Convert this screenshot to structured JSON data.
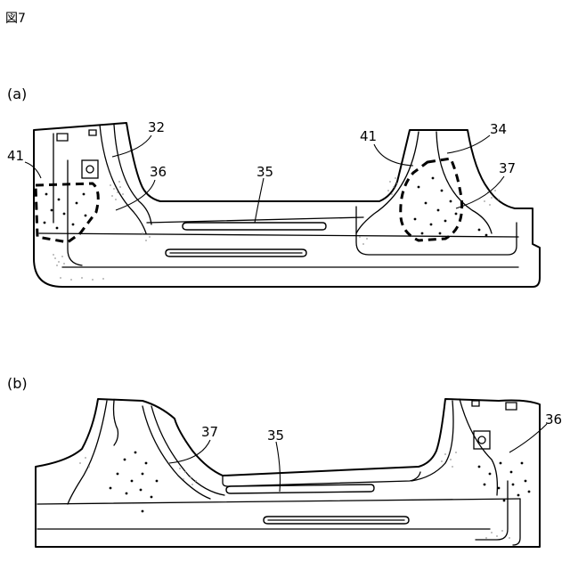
{
  "figure": {
    "title": "図7"
  },
  "panel_a": {
    "label": "(a)",
    "refs": {
      "r41a": "41",
      "r32": "32",
      "r36": "36",
      "r35": "35",
      "r41b": "41",
      "r34": "34",
      "r37": "37"
    }
  },
  "panel_b": {
    "label": "(b)",
    "refs": {
      "r37": "37",
      "r35": "35",
      "r36": "36"
    }
  }
}
